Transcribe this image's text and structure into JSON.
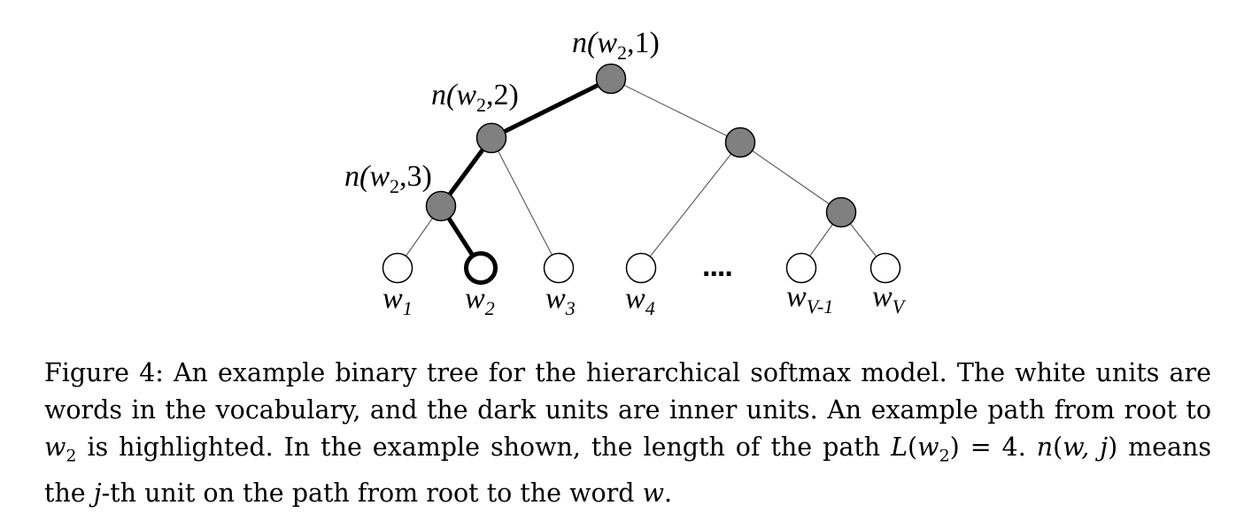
{
  "diagram": {
    "inner_labels": [
      {
        "prefix": "n(",
        "var": "w",
        "sub": "2",
        "suffix": ",1)"
      },
      {
        "prefix": "n(",
        "var": "w",
        "sub": "2",
        "suffix": ",2)"
      },
      {
        "prefix": "n(",
        "var": "w",
        "sub": "2",
        "suffix": ",3)"
      }
    ],
    "leaf_labels": [
      {
        "var": "w",
        "sub": "1"
      },
      {
        "var": "w",
        "sub": "2"
      },
      {
        "var": "w",
        "sub": "3"
      },
      {
        "var": "w",
        "sub": "4"
      },
      {
        "var": "w",
        "sub": "V-1"
      },
      {
        "var": "w",
        "sub": "V"
      }
    ],
    "ellipsis": "....",
    "colors": {
      "inner_node": "#808080",
      "leaf_node": "#ffffff",
      "path": "#000000",
      "edge": "#606060"
    }
  },
  "caption": {
    "line1": "Figure 4: An example binary tree for the hierarchical softmax model. The white units are",
    "line2": "words in the vocabulary, and the dark units are inner units. An example path from root to",
    "line3_a": "w",
    "line3_a_sub": "2",
    "line3_b": " is highlighted. In the example shown, the length of the path ",
    "line3_c": "L",
    "line3_d": "(",
    "line3_e": "w",
    "line3_e_sub": "2",
    "line3_f": ") = 4.  ",
    "line3_g": "n",
    "line3_h": "(",
    "line3_i": "w, j",
    "line3_j": ") means",
    "line4_a": "the ",
    "line4_b": "j",
    "line4_c": "-th unit on the path from root to the word ",
    "line4_d": "w",
    "line4_e": "."
  }
}
